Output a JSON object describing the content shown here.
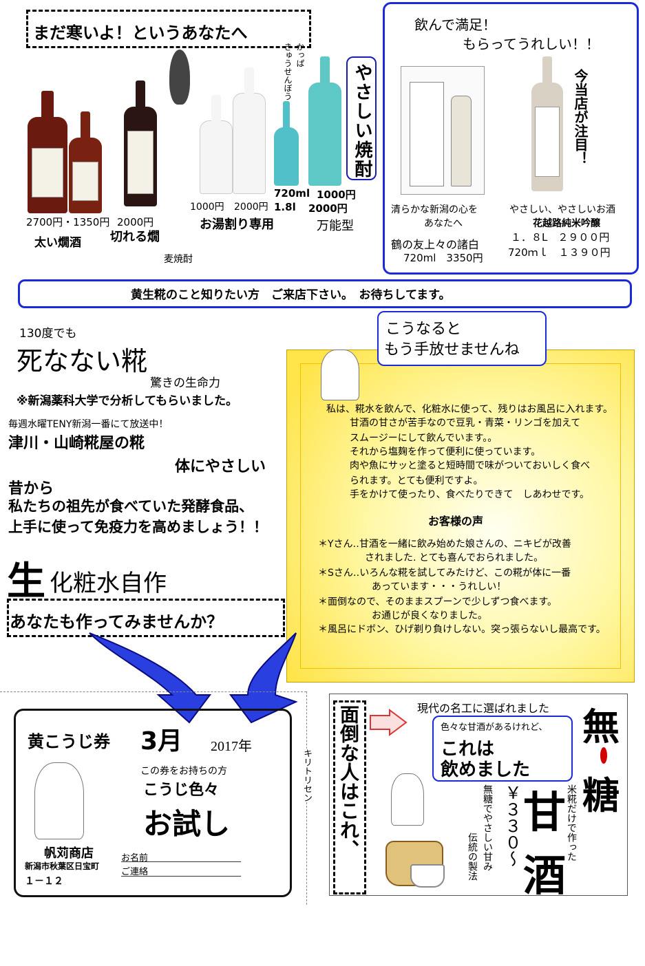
{
  "cold_section": {
    "banner": "まだ寒いよ！というあなたへ",
    "prices_pair": "2700円・1350円",
    "label_futoi": "太い燗酒",
    "price_kireru": "2000円",
    "label_kireru": "切れる燗",
    "label_mugi": "麦焼酎",
    "shochu_title": "やさしい焼酎",
    "kappa_ruby": "かっぱ",
    "kyusenbou_ruby": "きゅうせんぼう",
    "price_oyu1": "1000円",
    "price_oyu2": "2000円",
    "label_oyu": "お湯割り専用",
    "size_small": "720ml",
    "size_large": "1.8l",
    "price_bannou1": "1000円",
    "price_bannou2": "2000円",
    "label_bannou": "万能型"
  },
  "satisfied_box": {
    "headline1": "飲んで満足！",
    "headline2": "もらってうれしい！！",
    "caption1_line1": "清らかな新潟の心を",
    "caption1_line2": "あなたへ",
    "product1_name": "鶴の友上々の諸白",
    "product1_price": "720ml　3350円",
    "caption2": "やさしい、やさしいお酒",
    "product2_name": "花越路純米吟醸",
    "product2_price1": "１．８L　２９００円",
    "product2_price2": "720ｍｌ　１３９０円",
    "featured": "今当店が注目！"
  },
  "info_bar": "黄生糀のこと知りたい方　ご来店下さい。　お待ちしてます。",
  "left_col": {
    "line_130": "130度でも",
    "title_koji": "死なない糀",
    "subtitle": "驚きの生命力",
    "note": "※新潟薬科大学で分析してもらいました。",
    "tv": "毎週水曜TENY新潟一番にて放送中！",
    "shop_koji": "津川・山崎糀屋の糀",
    "gentle": "体にやさしい",
    "since": "昔から",
    "ancestors": "私たちの祖先が食べていた発酵食品、",
    "immunity": "上手に使って免疫力を高めましょう！！",
    "nama_big": "生",
    "nama_rest": "化粧水自作",
    "try_banner": "あなたも作ってみませんか？"
  },
  "speech": {
    "line1": "こうなると",
    "line2": "もう手放せませんね"
  },
  "testimonial": {
    "lines": [
      "私は、糀水を飲んで、化粧水に使って、残りはお風呂に入れます。",
      "甘酒の甘さが苦手なので豆乳・青菜・リンゴを加えて",
      "スムージーにして飲んでいます。。",
      "それから塩麹を作って便利に使っています。",
      "肉や魚にサッと塗ると短時間で味がついておいしく食べ",
      "られます。とても便利ですよ。",
      "手をかけて使ったり、食べたりできて　しあわせです。"
    ],
    "voices_title": "お客様の声",
    "voices": [
      "＊Yさん‥甘酒を一緒に飲み始めた娘さんの、ニキビが改善",
      "されました. とても喜んでおられました。",
      "＊Sさん‥いろんな糀を試してみたけど、この糀が体に一番",
      "あっています・・・うれしい！",
      "＊面倒なので、そのままスプーンで少しずつ食べます。",
      "お通じが良くなりました。",
      "＊風呂にドボン、ひげ剃り負けしない。突っ張らないし最高です。"
    ]
  },
  "coupon": {
    "title": "黄こうじ券",
    "month": "3月",
    "year": "2017年",
    "holder": "この券をお持ちの方",
    "koji": "こうじ色々",
    "trial": "お試し",
    "shop_name": "帆苅商店",
    "address1": "新潟市秋葉区日宝町",
    "address2": "１－１２",
    "name_label": "お名前",
    "contact_label": "ご連絡",
    "cut_line": "キリトリセン"
  },
  "amazake": {
    "left_vertical": "面倒な人はこれ、",
    "meiko": "現代の名工に選ばれました",
    "various": "色々な甘酒があるけれど、",
    "drinkable1": "これは",
    "drinkable2": "飲めました",
    "mu": "無",
    "tou": "糖",
    "made_from": "米糀だけで作った",
    "sugar_free": "無糖でやさしい甘み",
    "traditional": "伝統の製法",
    "price": "￥３３０～",
    "ama": "甘",
    "sake": "酒"
  }
}
